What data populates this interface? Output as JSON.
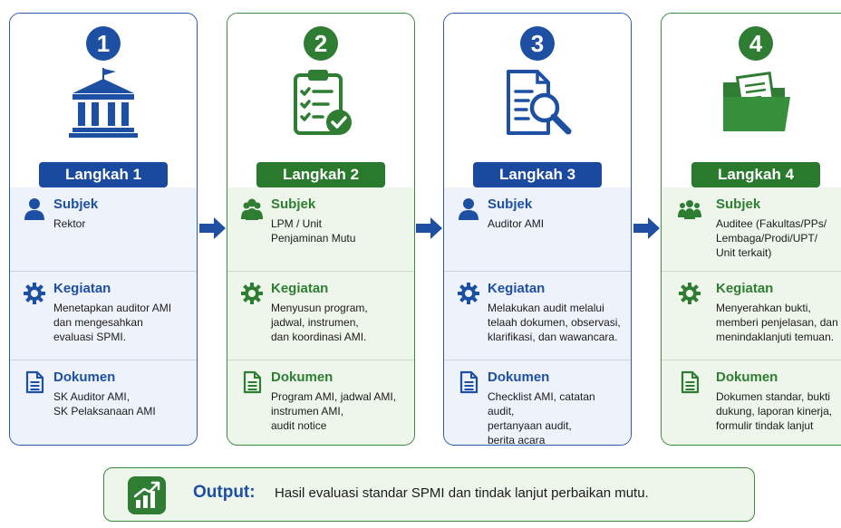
{
  "steps": [
    {
      "number": "1",
      "title": "Langkah 1",
      "subjek_label": "Subjek",
      "subjek_text": "Rektor",
      "kegiatan_label": "Kegiatan",
      "kegiatan_text": "Menetapkan auditor AMI\ndan mengesahkan\nevaluasi SPMI.",
      "dokumen_label": "Dokumen",
      "dokumen_text": "SK Auditor AMI,\nSK Pelaksanaan AMI",
      "big_icon": "university-building-icon",
      "subjek_icon": "person-icon"
    },
    {
      "number": "2",
      "title": "Langkah 2",
      "subjek_label": "Subjek",
      "subjek_text": "LPM / Unit\nPenjaminan Mutu",
      "kegiatan_label": "Kegiatan",
      "kegiatan_text": "Menyusun program,\njadwal, instrumen,\ndan koordinasi AMI.",
      "dokumen_label": "Dokumen",
      "dokumen_text": "Program AMI, jadwal AMI,\ninstrumen AMI,\naudit notice",
      "big_icon": "clipboard-checklist-icon",
      "subjek_icon": "team-icon"
    },
    {
      "number": "3",
      "title": "Langkah 3",
      "subjek_label": "Subjek",
      "subjek_text": "Auditor AMI",
      "kegiatan_label": "Kegiatan",
      "kegiatan_text": "Melakukan audit melalui\ntelaah dokumen, observasi,\nklarifikasi, dan wawancara.",
      "dokumen_label": "Dokumen",
      "dokumen_text": "Checklist AMI, catatan audit,\npertanyaan audit,\nberita acara",
      "big_icon": "document-search-icon",
      "subjek_icon": "person-icon"
    },
    {
      "number": "4",
      "title": "Langkah 4",
      "subjek_label": "Subjek",
      "subjek_text": "Auditee (Fakultas/PPs/\nLembaga/Prodi/UPT/\nUnit terkait)",
      "kegiatan_label": "Kegiatan",
      "kegiatan_text": "Menyerahkan bukti,\nmemberi penjelasan, dan\nmenindaklanjuti temuan.",
      "dokumen_label": "Dokumen",
      "dokumen_text": "Dokumen standar, bukti\ndukung, laporan kinerja,\nformulir tindak lanjut",
      "big_icon": "folder-documents-icon",
      "subjek_icon": "group-icon"
    }
  ],
  "output": {
    "label": "Output:",
    "text": "Hasil evaluasi standar SPMI dan tindak lanjut perbaikan mutu."
  },
  "colors": {
    "blue": "#1d4fa3",
    "green": "#2e7d32"
  }
}
